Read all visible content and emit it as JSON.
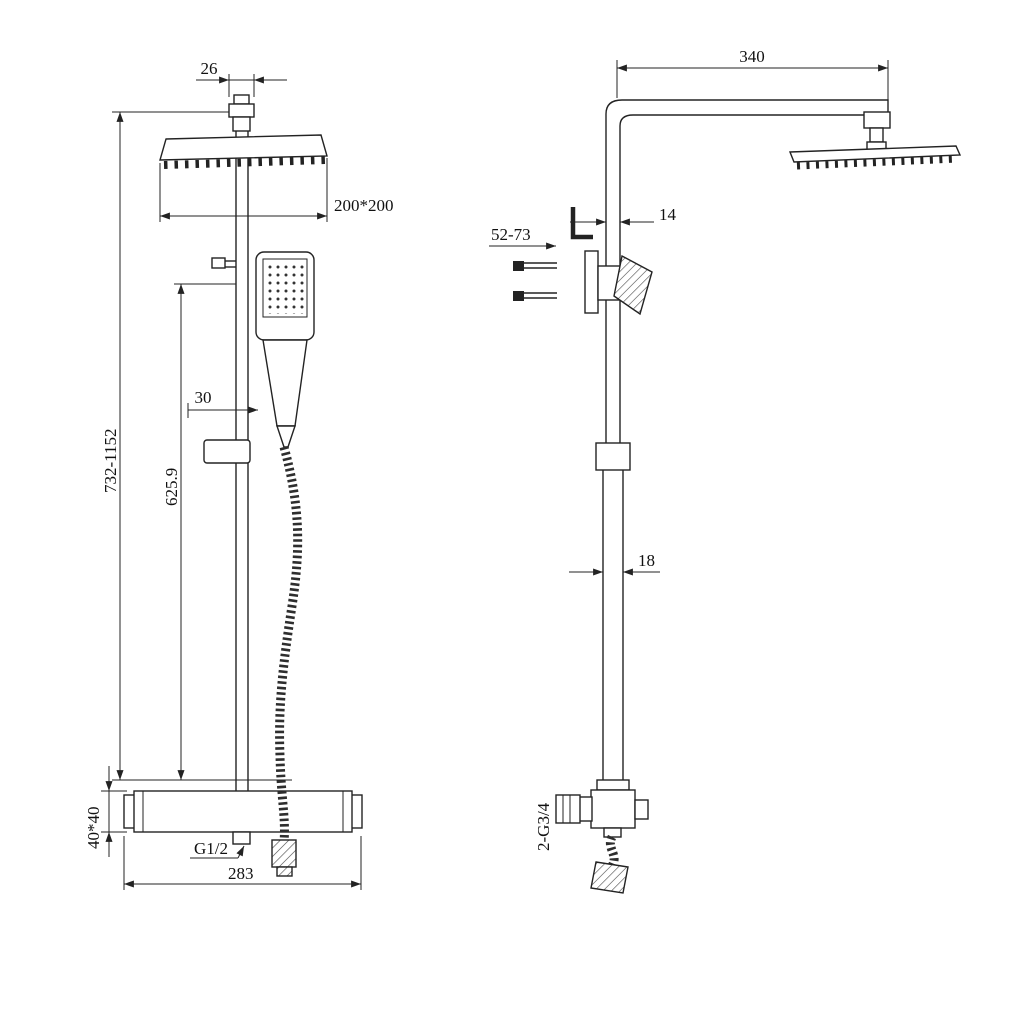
{
  "colors": {
    "background": "#ffffff",
    "line": "#232323"
  },
  "front_view": {
    "cap_width": "26",
    "head_size": "200*200",
    "handle_offset": "30",
    "slide_bar_height": "625.9",
    "overall_height": "732-1152",
    "valve_section": "40*40",
    "inlet_thread": "G1/2",
    "valve_width": "283"
  },
  "side_view": {
    "arm_length": "340",
    "pipe_offset": "14",
    "wall_distance": "52-73",
    "pipe_diameter": "18",
    "outlet_thread": "2-G3/4"
  }
}
